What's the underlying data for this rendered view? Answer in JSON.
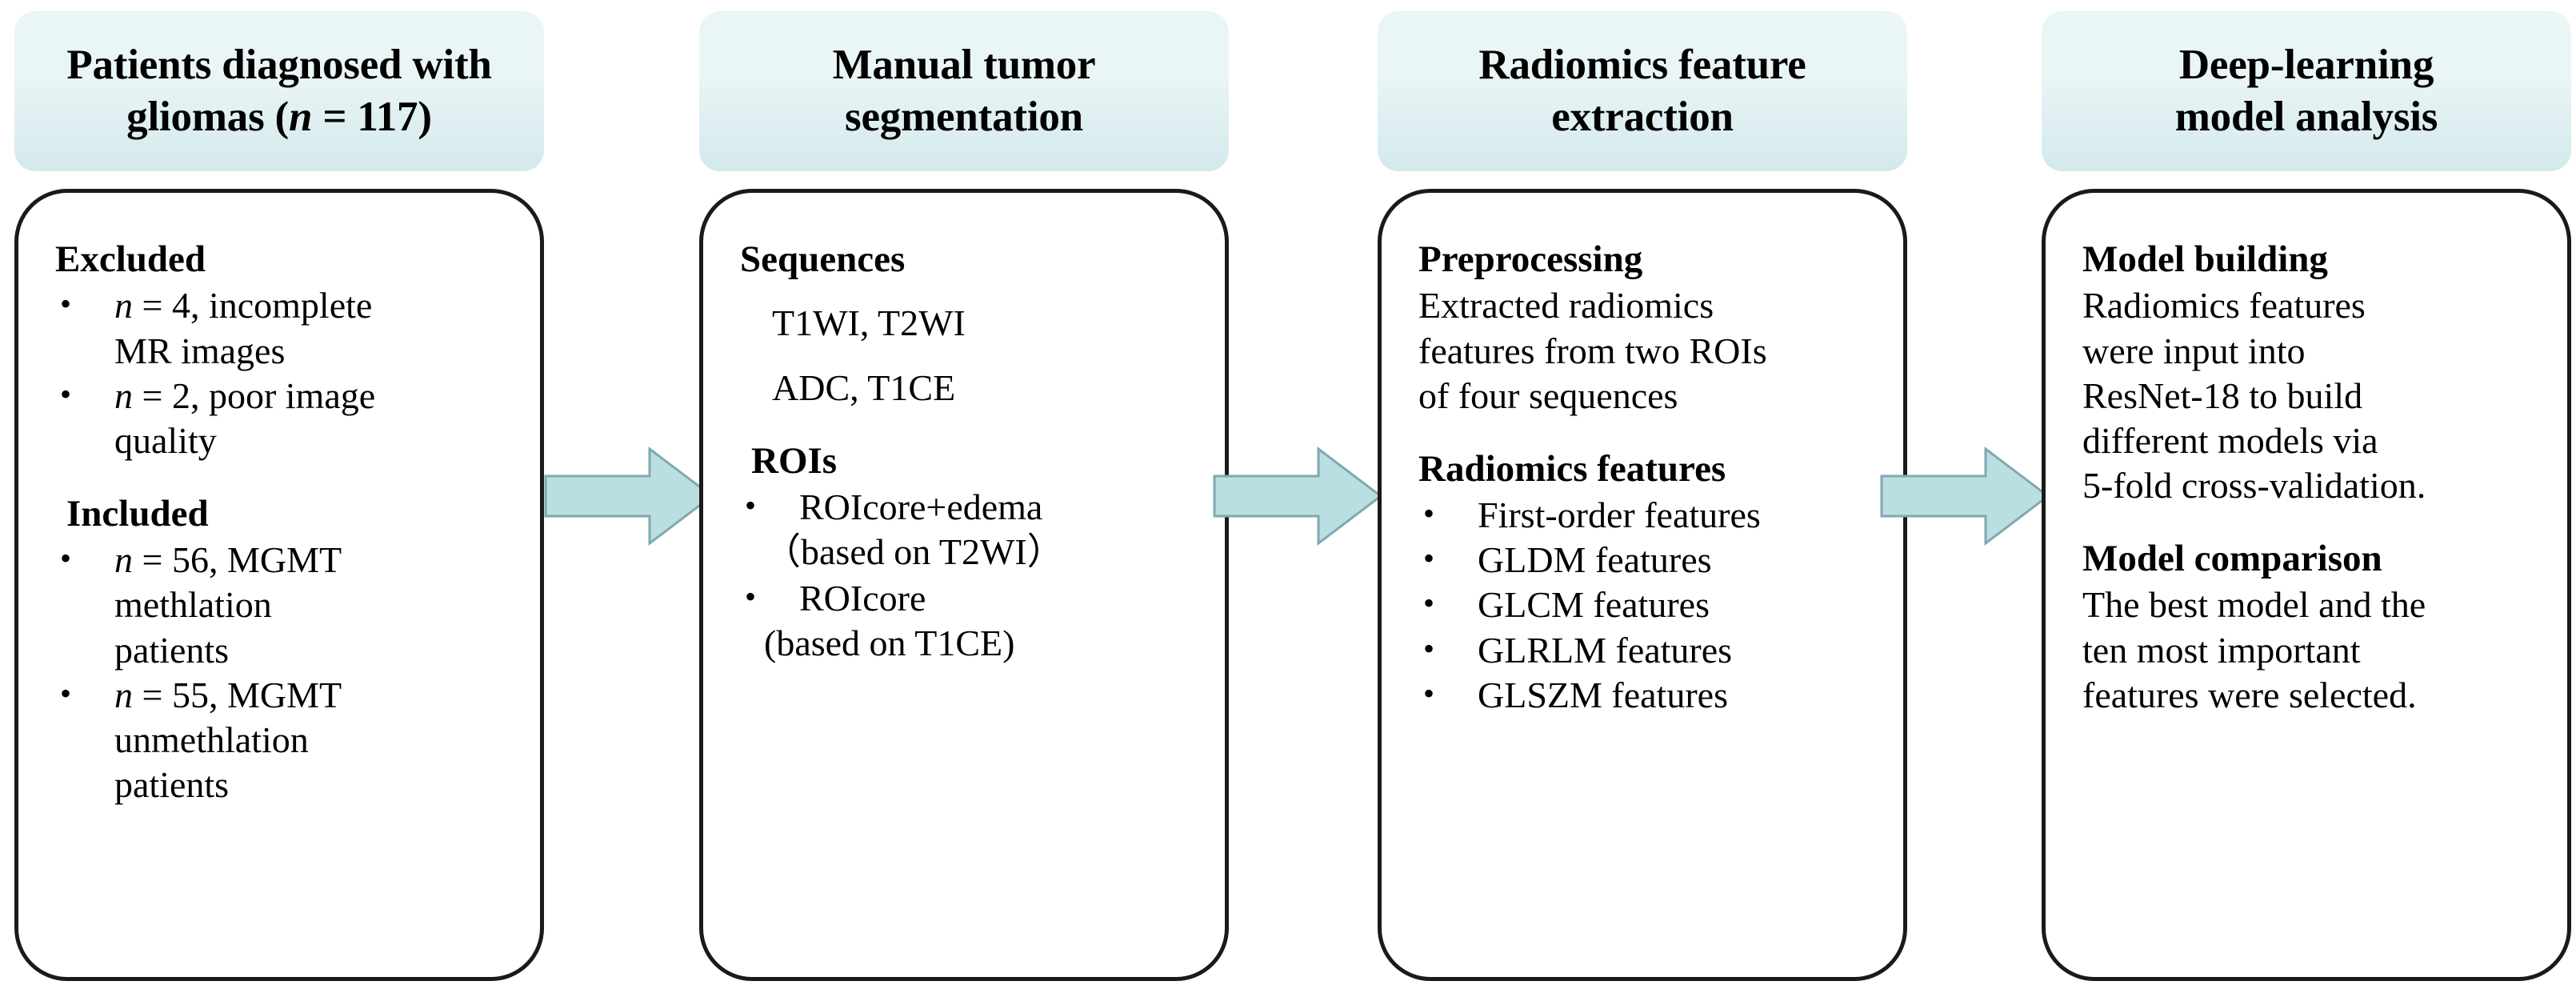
{
  "theme": {
    "header_fill_top": "#eaf5f6",
    "header_fill_bottom": "#d3e9ec",
    "box_border": "#1a1a1a",
    "arrow_fill": "#bbdee2",
    "arrow_stroke": "#7fa9ae",
    "page_background": "#ffffff",
    "text_color": "#000000"
  },
  "stages": [
    {
      "id": "patient-selection",
      "header": "Patients diagnosed with\ngliomas (n = 117)",
      "header_plain": "Patients diagnosed with gliomas (n = 117)",
      "sections": [
        {
          "title": "Excluded",
          "bullets": [
            "n = 4, incomplete\nMR images",
            "n = 2, poor image\nquality"
          ]
        },
        {
          "title": "Included",
          "bullets": [
            "n = 56, MGMT\nmethlation\npatients",
            "n = 55, MGMT\nunmethlation\npatients"
          ]
        }
      ]
    },
    {
      "id": "tumor-segmentation",
      "header": "Manual tumor\nsegmentation",
      "header_plain": "Manual tumor segmentation",
      "sections": [
        {
          "title": "Sequences",
          "lines": [
            "T1WI,  T2WI",
            "ADC,   T1CE"
          ]
        },
        {
          "title": "ROIs",
          "items": [
            {
              "bullet": "ROIcore+edema",
              "note": "（based on T2WI）"
            },
            {
              "bullet": "ROIcore",
              "note": "(based on T1CE)"
            }
          ]
        }
      ]
    },
    {
      "id": "feature-extraction",
      "header": "Radiomics feature\nextraction",
      "header_plain": "Radiomics feature extraction",
      "sections": [
        {
          "title": "Preprocessing",
          "body": "Extracted radiomics\nfeatures from two ROIs\nof four sequences"
        },
        {
          "title": "Radiomics features",
          "bullets": [
            "First-order features",
            "GLDM features",
            "GLCM features",
            "GLRLM features",
            "GLSZM features"
          ]
        }
      ]
    },
    {
      "id": "model-analysis",
      "header": "Deep-learning\nmodel analysis",
      "header_plain": "Deep-learning model analysis",
      "sections": [
        {
          "title": "Model building",
          "body": "Radiomics features\nwere input into\nResNet-18 to build\ndifferent models via\n5-fold cross-validation."
        },
        {
          "title": "Model comparison",
          "body": "The best model and the\nten most important\nfeatures were selected."
        }
      ]
    }
  ],
  "connectors": [
    {
      "id": "arrow-1",
      "from": "patient-selection",
      "to": "tumor-segmentation",
      "direction": "right"
    },
    {
      "id": "arrow-2",
      "from": "tumor-segmentation",
      "to": "feature-extraction",
      "direction": "right"
    },
    {
      "id": "arrow-3",
      "from": "feature-extraction",
      "to": "model-analysis",
      "direction": "right"
    }
  ]
}
